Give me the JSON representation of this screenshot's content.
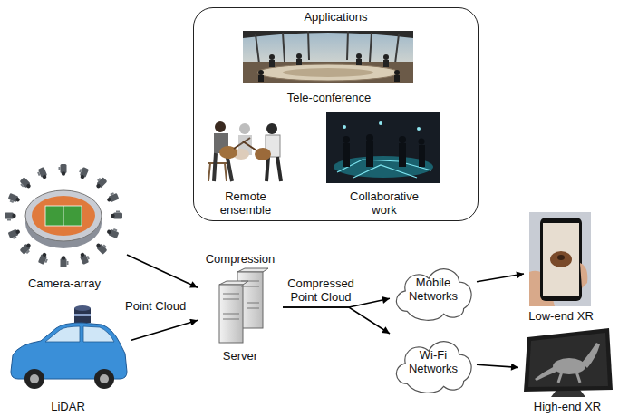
{
  "diagram": {
    "nodes": [
      {
        "text": [
          "Applications"
        ]
      },
      {
        "text": [
          "Tele-conference"
        ],
        "in": 0
      },
      {
        "text": [
          "Remote ensemble"
        ],
        "in": 0
      },
      {
        "text": [
          "Collaborative work"
        ],
        "in": 0
      },
      {
        "text": [
          "Camera-array"
        ]
      },
      {
        "text": [
          "LiDAR"
        ]
      },
      {
        "text": [
          "Compression",
          "Server"
        ]
      },
      {
        "text": [
          "Mobile Networks"
        ]
      },
      {
        "text": [
          "Wi-Fi Networks"
        ]
      },
      {
        "text": [
          "Low-end XR"
        ]
      },
      {
        "text": [
          "High-end XR"
        ]
      }
    ],
    "edges": [
      {
        "from": 4,
        "to": 6,
        "arrow": "to"
      },
      {
        "from": 5,
        "to": 6,
        "arrow": "to"
      },
      {
        "from": 6,
        "to": 7,
        "arrow": "to"
      },
      {
        "from": 6,
        "to": 8,
        "arrow": "to"
      },
      {
        "from": 7,
        "to": 9,
        "arrow": "to"
      },
      {
        "from": 8,
        "to": 10,
        "arrow": "to"
      }
    ],
    "labels": [
      "Point Cloud",
      "Compressed Point Cloud"
    ]
  }
}
